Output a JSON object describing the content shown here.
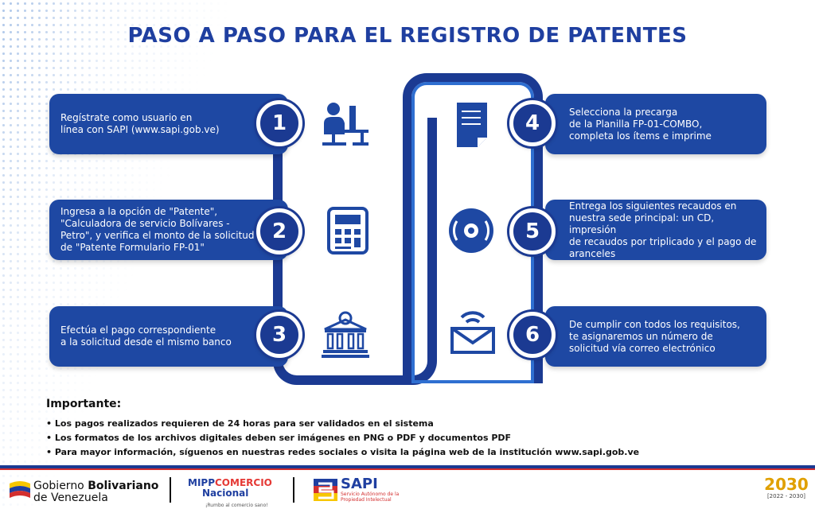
{
  "title": "PASO A PASO PARA EL REGISTRO DE PATENTES",
  "steps": [
    {
      "number": "1",
      "text": "Regístrate como usuario en\nlínea con SAPI  (www.sapi.gob.ve)",
      "icon": "computer-user-icon"
    },
    {
      "number": "2",
      "text": "Ingresa a la opción de \"Patente\",\n\"Calculadora de servicio Bolívares -\nPetro\", y verifica el monto de la solicitud\nde \"Patente Formulario FP-01\"",
      "icon": "calculator-icon"
    },
    {
      "number": "3",
      "text": "Efectúa el pago correspondiente\na la solicitud desde el mismo banco",
      "icon": "bank-icon"
    },
    {
      "number": "4",
      "text": "Selecciona la precarga\nde la Planilla FP-01-COMBO,\ncompleta los ítems e imprime",
      "icon": "document-icon"
    },
    {
      "number": "5",
      "text": "Entrega los siguientes recaudos en\nnuestra sede principal: un CD, impresión\nde recaudos por triplicado y el pago de\naranceles",
      "icon": "cd-icon"
    },
    {
      "number": "6",
      "text": "De cumplir con todos los requisitos,\nte asignaremos un número de\nsolicitud vía correo electrónico",
      "icon": "email-icon"
    }
  ],
  "important": {
    "title": "Importante:",
    "items": [
      "Los pagos realizados requieren de 24 horas para ser validados en el sistema",
      "Los formatos de los archivos digitales deben ser imágenes en PNG o PDF y documentos PDF",
      "Para mayor información, síguenos en nuestras redes sociales o visita la página web de la institución www.sapi.gob.ve"
    ]
  },
  "footer": {
    "gov_line1": "Gobierno ",
    "gov_line1_bold": "Bolivariano",
    "gov_line2": "de Venezuela",
    "mipp_top": "MIPP",
    "mipp_comercio": "COMERCIO",
    "mipp_nacional": "Nacional",
    "mipp_slogan": "¡Rumbo al comercio sano!",
    "sapi_name": "SAPI",
    "sapi_line1": "Servicio Autónomo de la",
    "sapi_line2": "Propiedad Intelectual",
    "plan_label": "2030",
    "plan_years": "[2022 - 2030]"
  },
  "colors": {
    "primary": "#1e48a3",
    "dark": "#1b3a92",
    "accent_red": "#d32f2f"
  }
}
